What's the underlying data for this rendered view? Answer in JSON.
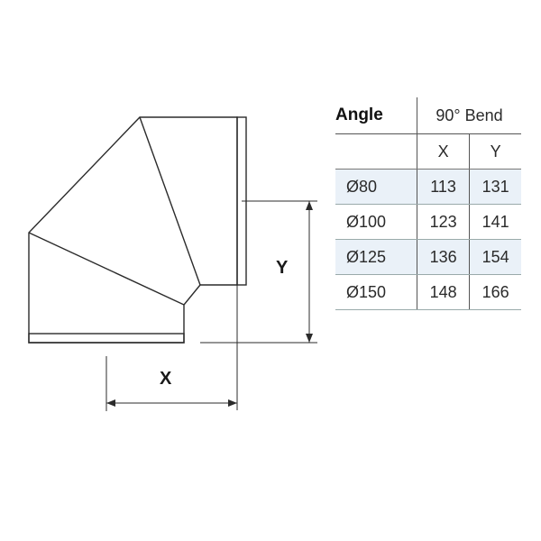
{
  "dimensions": {
    "x_label": "X",
    "y_label": "Y"
  },
  "table": {
    "header_angle": "Angle",
    "header_bend": "90° Bend",
    "sub_x": "X",
    "sub_y": "Y",
    "rows": [
      {
        "diameter": "Ø80",
        "x": "113",
        "y": "131",
        "shaded": true
      },
      {
        "diameter": "Ø100",
        "x": "123",
        "y": "141",
        "shaded": false
      },
      {
        "diameter": "Ø125",
        "x": "136",
        "y": "154",
        "shaded": true
      },
      {
        "diameter": "Ø150",
        "x": "148",
        "y": "166",
        "shaded": false
      }
    ],
    "shade_color": "#eaf1f8"
  }
}
